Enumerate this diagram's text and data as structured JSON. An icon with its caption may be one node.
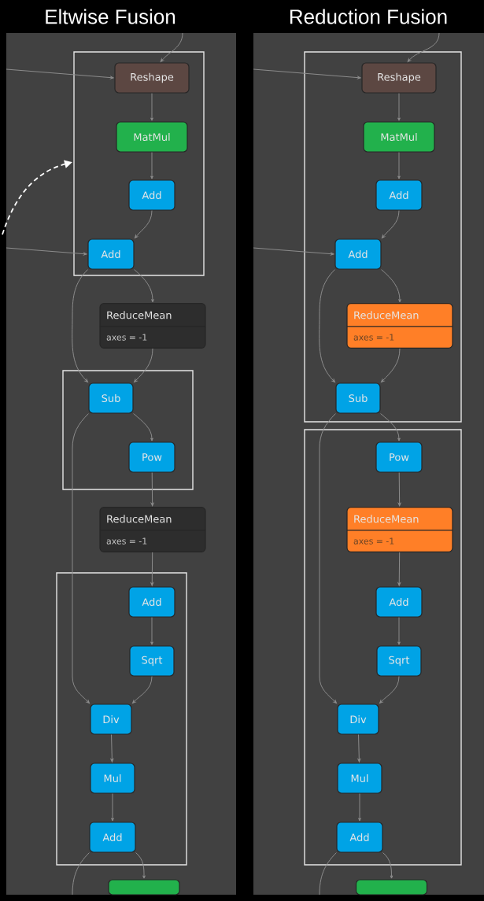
{
  "diagram": {
    "nodes": [
      {
        "text": [],
        "shape": "box"
      },
      {
        "text": [
          "Reshape"
        ],
        "in": 0
      },
      {
        "text": [
          "MatMul"
        ],
        "in": 0
      },
      {
        "text": [
          "Add"
        ],
        "in": 0
      },
      {
        "text": [
          "Add"
        ],
        "in": 0
      },
      {
        "text": [
          "ReduceMean",
          "axes = -1"
        ]
      },
      {
        "text": [],
        "shape": "box"
      },
      {
        "text": [
          "Sub"
        ],
        "in": 6
      },
      {
        "text": [
          "Pow"
        ],
        "in": 6
      },
      {
        "text": [
          "ReduceMean",
          "axes = -1"
        ]
      },
      {
        "text": [],
        "shape": "box"
      },
      {
        "text": [
          "Add"
        ],
        "in": 10
      },
      {
        "text": [
          "Sqrt"
        ],
        "in": 10
      },
      {
        "text": [
          "Div"
        ],
        "in": 10
      },
      {
        "text": [
          "Mul"
        ],
        "in": 10
      },
      {
        "text": [
          "Add"
        ],
        "in": 10
      },
      {
        "text": [],
        "shape": "box"
      },
      {
        "text": [],
        "shape": "box"
      },
      {
        "text": [
          "Reshape"
        ],
        "in": 17
      },
      {
        "text": [
          "MatMul"
        ],
        "in": 17
      },
      {
        "text": [
          "Add"
        ],
        "in": 17
      },
      {
        "text": [
          "Add"
        ],
        "in": 17
      },
      {
        "text": [
          "ReduceMean",
          "axes = -1"
        ],
        "in": 17
      },
      {
        "text": [
          "Sub"
        ],
        "in": 17
      },
      {
        "text": [],
        "shape": "box"
      },
      {
        "text": [
          "Pow"
        ],
        "in": 24
      },
      {
        "text": [
          "ReduceMean",
          "axes = -1"
        ],
        "in": 24
      },
      {
        "text": [
          "Add"
        ],
        "in": 24
      },
      {
        "text": [
          "Sqrt"
        ],
        "in": 24
      },
      {
        "text": [
          "Div"
        ],
        "in": 24
      },
      {
        "text": [
          "Mul"
        ],
        "in": 24
      },
      {
        "text": [
          "Add"
        ],
        "in": 24
      },
      {
        "text": [],
        "shape": "box"
      }
    ],
    "edges": [
      {
        "from": null,
        "to": 1,
        "arrow": "to"
      },
      {
        "from": null,
        "to": 1,
        "arrow": "to"
      },
      {
        "from": 1,
        "to": 2,
        "arrow": "to"
      },
      {
        "from": 2,
        "to": 3,
        "arrow": "to"
      },
      {
        "from": 3,
        "to": 4,
        "arrow": "to"
      },
      {
        "from": null,
        "to": 4,
        "arrow": "to"
      },
      {
        "from": 4,
        "to": 5,
        "arrow": "to"
      },
      {
        "from": 4,
        "to": 7,
        "arrow": "to"
      },
      {
        "from": 5,
        "to": 7,
        "arrow": "to"
      },
      {
        "from": 7,
        "to": 8,
        "arrow": "to"
      },
      {
        "from": 7,
        "to": 13,
        "arrow": "to"
      },
      {
        "from": 8,
        "to": 9,
        "arrow": "to"
      },
      {
        "from": 9,
        "to": 11,
        "arrow": "to"
      },
      {
        "from": 11,
        "to": 12,
        "arrow": "to"
      },
      {
        "from": 12,
        "to": 13,
        "arrow": "to"
      },
      {
        "from": 13,
        "to": 14,
        "arrow": "to"
      },
      {
        "from": 14,
        "to": 15,
        "arrow": "to"
      },
      {
        "from": 15,
        "to": 16,
        "arrow": "to"
      },
      {
        "from": 15,
        "to": null,
        "arrow": "none"
      },
      {
        "from": null,
        "to": 0,
        "arrow": "to",
        "style": "dashed",
        "color": "#ffffff"
      },
      {
        "from": null,
        "to": 18,
        "arrow": "to"
      },
      {
        "from": null,
        "to": 18,
        "arrow": "to"
      },
      {
        "from": 18,
        "to": 19,
        "arrow": "to"
      },
      {
        "from": 19,
        "to": 20,
        "arrow": "to"
      },
      {
        "from": 20,
        "to": 21,
        "arrow": "to"
      },
      {
        "from": null,
        "to": 21,
        "arrow": "to"
      },
      {
        "from": 21,
        "to": 22,
        "arrow": "to"
      },
      {
        "from": 21,
        "to": 23,
        "arrow": "to"
      },
      {
        "from": 22,
        "to": 23,
        "arrow": "to"
      },
      {
        "from": 23,
        "to": 25,
        "arrow": "to"
      },
      {
        "from": 23,
        "to": 29,
        "arrow": "to"
      },
      {
        "from": 25,
        "to": 26,
        "arrow": "to"
      },
      {
        "from": 26,
        "to": 27,
        "arrow": "to"
      },
      {
        "from": 27,
        "to": 28,
        "arrow": "to"
      },
      {
        "from": 28,
        "to": 29,
        "arrow": "to"
      },
      {
        "from": 29,
        "to": 30,
        "arrow": "to"
      },
      {
        "from": 30,
        "to": 31,
        "arrow": "to"
      },
      {
        "from": 31,
        "to": 32,
        "arrow": "to"
      },
      {
        "from": 31,
        "to": null,
        "arrow": "none"
      }
    ],
    "labels": [
      "Eltwise Fusion",
      "Reduction Fusion"
    ]
  }
}
